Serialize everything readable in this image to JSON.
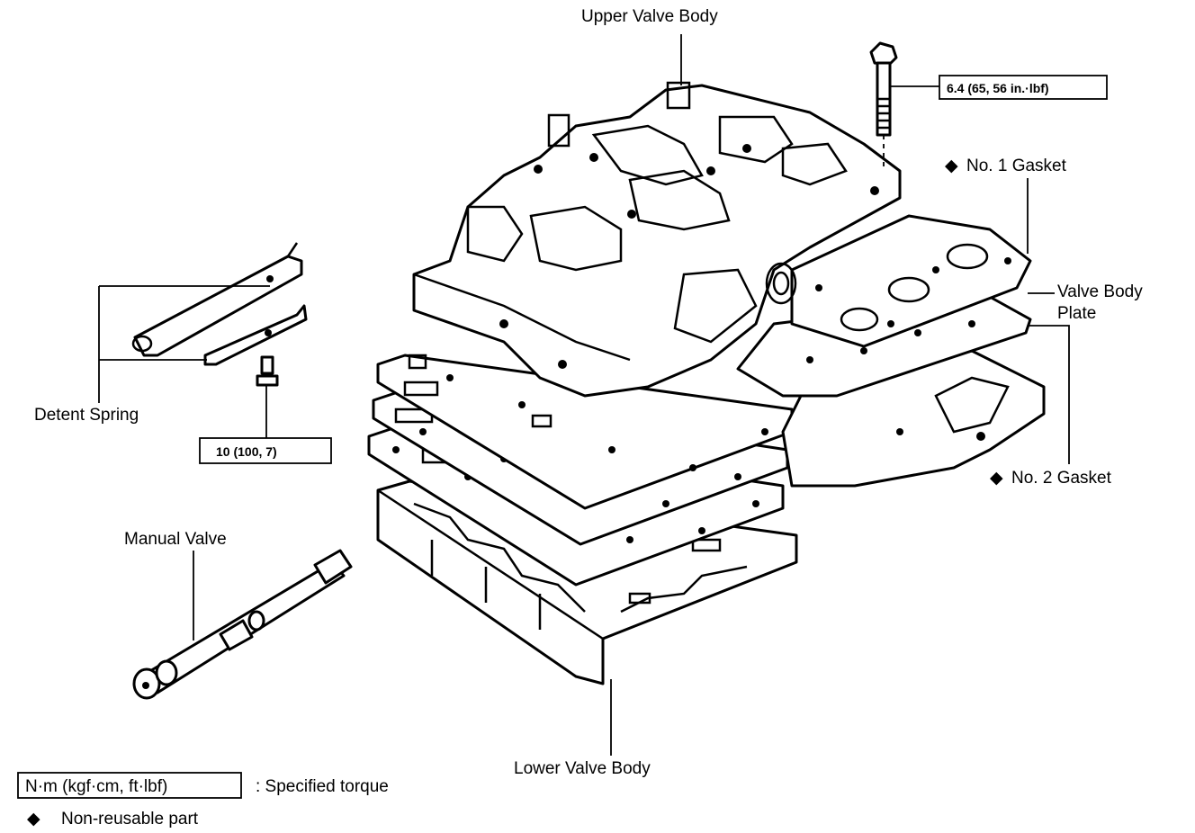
{
  "labels": {
    "upper_valve_body": "Upper Valve Body",
    "bolt_torque": "6.4 (65, 56 in.·lbf)",
    "no1_gasket": "No. 1 Gasket",
    "valve_body_plate_line1": "Valve Body",
    "valve_body_plate_line2": "Plate",
    "no2_gasket": "No. 2 Gasket",
    "detent_spring": "Detent Spring",
    "detent_bolt_torque": "10 (100, 7)",
    "manual_valve": "Manual Valve",
    "lower_valve_body": "Lower Valve Body"
  },
  "legend": {
    "torque_unit": "N·m (kgf·cm, ft·lbf)",
    "torque_desc": ":  Specified torque",
    "nonreusable_symbol": "◆",
    "nonreusable_desc": "Non-reusable part"
  },
  "symbols": {
    "diamond": "◆"
  }
}
